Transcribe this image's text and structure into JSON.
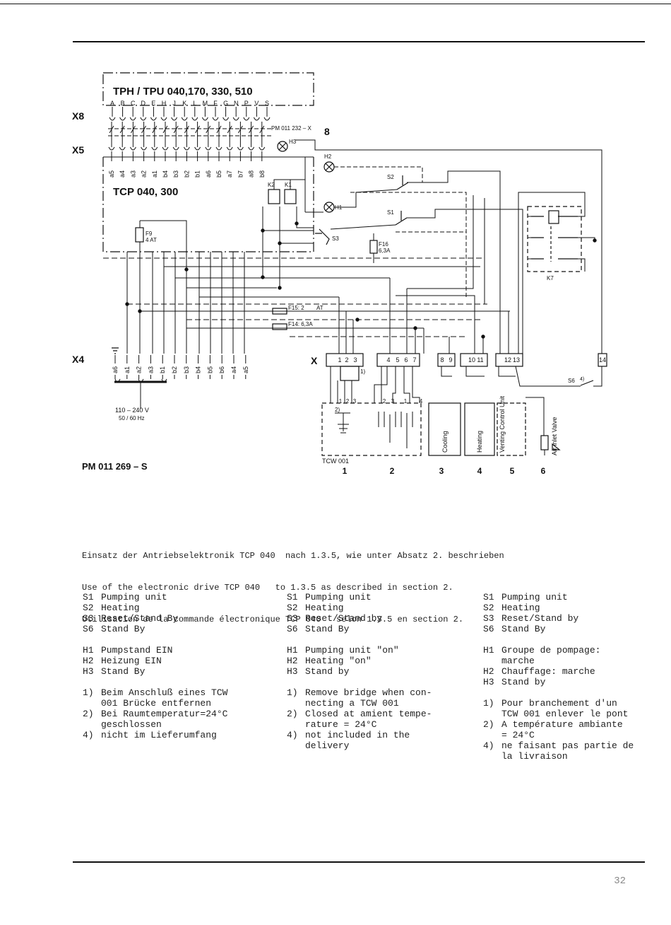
{
  "diagram": {
    "unit_title": "TPH / TPU 040,170, 330, 510",
    "x8_pins": [
      "A",
      "B",
      "C",
      "D",
      "E",
      "H",
      "J",
      "K",
      "L",
      "M",
      "F",
      "G",
      "N",
      "P",
      "V",
      "S"
    ],
    "x5_pins": [
      "a5",
      "a4",
      "a3",
      "a2",
      "a1",
      "b4",
      "b3",
      "b2",
      "b1",
      "a6",
      "b5",
      "a7",
      "b7",
      "a8",
      "b8"
    ],
    "x4_pins": [
      "a6",
      "a1",
      "a2",
      "a3",
      "b1",
      "b2",
      "b3",
      "b4",
      "b5",
      "b6",
      "a4",
      "a5"
    ],
    "label_x8": "X8",
    "label_x5": "X5",
    "label_x4": "X4",
    "label_x": "X",
    "cable_ref": "PM 011 232 – X",
    "cable_num": "8",
    "drive_title": "TCP 040, 300",
    "components": {
      "h3": "H3",
      "h2": "H2",
      "h1": "H1",
      "k2": "K2",
      "k1": "K1",
      "k7": "K7",
      "s1": "S1",
      "s2": "S2",
      "s3": "S3",
      "s6": "S6",
      "s6_note": "4)",
      "f9": "F9",
      "f9_value": "4 AT",
      "f16": "F16",
      "f16_value": "6,3A",
      "f15": "F15: 2",
      "f15_value": "AT",
      "f14": "F14: 6,3A"
    },
    "x_terminals": [
      "1",
      "2",
      "3",
      "4",
      "5",
      "6",
      "7",
      "8",
      "9",
      "10",
      "11",
      "12",
      "13",
      "14"
    ],
    "bridge_note": "1)",
    "tcw_pins_a": [
      "1",
      "2",
      "3"
    ],
    "tcw_pins_b": [
      "2",
      "3",
      "1",
      "4"
    ],
    "note_2": "2)",
    "device_labels": [
      "Cooling",
      "Heating",
      "Venting Control Unit",
      "Air inlet Valve"
    ],
    "tcw_label": "TCW 001",
    "group_numbers": [
      "1",
      "2",
      "3",
      "4",
      "5",
      "6"
    ],
    "supply_voltage": "110 – 240 V",
    "supply_freq": "50 / 60 Hz",
    "drawing_ref": "PM 011 269 – S"
  },
  "caption": [
    "Einsatz der Antriebselektronik TCP 040  nach 1.3.5, wie unter Absatz 2. beschrieben",
    "Use of the electronic drive TCP 040   to 1.3.5 as described in section 2.",
    "Utilisation de la commande électronique TCP 040   selon 1.3.5 en section 2."
  ],
  "legend": {
    "de": {
      "switches": [
        [
          "S1",
          "Pumping unit"
        ],
        [
          "S2",
          "Heating"
        ],
        [
          "S3",
          "Reset/Stand By"
        ],
        [
          "S6",
          "Stand By"
        ]
      ],
      "lamps": [
        [
          "H1",
          "Pumpstand EIN"
        ],
        [
          "H2",
          "Heizung EIN"
        ],
        [
          "H3",
          "Stand By"
        ]
      ],
      "notes": [
        [
          "1)",
          "Beim Anschluß eines TCW\n001 Brücke entfernen"
        ],
        [
          "2)",
          "Bei Raumtemperatur=24°C\ngeschlossen"
        ],
        [
          "4)",
          "nicht im Lieferumfang"
        ]
      ]
    },
    "en": {
      "switches": [
        [
          "S1",
          "Pumping unit"
        ],
        [
          "S2",
          "Heating"
        ],
        [
          "S3",
          "Reset/Stand by"
        ],
        [
          "S6",
          "Stand By"
        ]
      ],
      "lamps": [
        [
          "H1",
          "Pumping unit \"on\""
        ],
        [
          "H2",
          "Heating \"on\""
        ],
        [
          "H3",
          "Stand by"
        ]
      ],
      "notes": [
        [
          "1)",
          "Remove bridge when con-\nnecting a TCW 001"
        ],
        [
          "2)",
          "Closed at amient tempe-\nrature = 24°C"
        ],
        [
          "4)",
          "not included in the\ndelivery"
        ]
      ]
    },
    "fr": {
      "switches": [
        [
          "S1",
          "Pumping unit"
        ],
        [
          "S2",
          "Heating"
        ],
        [
          "S3",
          "Reset/Stand by"
        ],
        [
          "S6",
          "Stand By"
        ]
      ],
      "lamps": [
        [
          "H1",
          "Groupe de pompage:\nmarche"
        ],
        [
          "H2",
          "Chauffage: marche"
        ],
        [
          "H3",
          "Stand by"
        ]
      ],
      "notes": [
        [
          "1)",
          "Pour branchement d'un\nTCW 001 enlever le pont"
        ],
        [
          "2)",
          "A température ambiante\n= 24°C"
        ],
        [
          "4)",
          "ne faisant pas partie de\nla livraison"
        ]
      ]
    }
  },
  "page_number": "32"
}
